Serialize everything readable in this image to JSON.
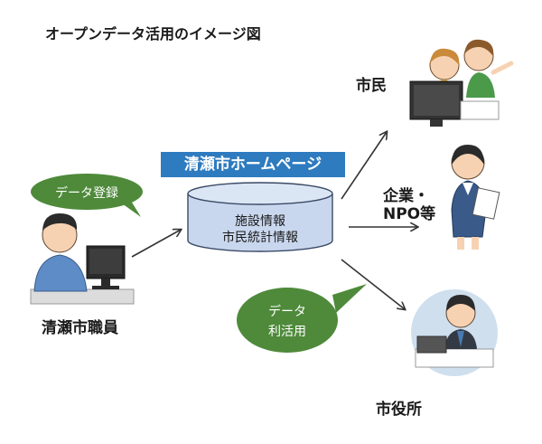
{
  "title": "オープンデータ活用のイメージ図",
  "homepage_label": "清瀬市ホームページ",
  "database": {
    "lines": [
      "施設情報",
      "市民統計情報"
    ]
  },
  "bubbles": {
    "register": "データ登録",
    "use_line1": "データ",
    "use_line2": "利活用"
  },
  "actors": {
    "staff": "清瀬市職員",
    "citizens": "市民",
    "companies_line1": "企業・",
    "companies_line2": "NPO等",
    "city_office": "市役所"
  },
  "colors": {
    "homepage_label_bg": "#2e7bbf",
    "database_fill": "#c9d7ee",
    "bubble_green": "#4e8a3a"
  }
}
